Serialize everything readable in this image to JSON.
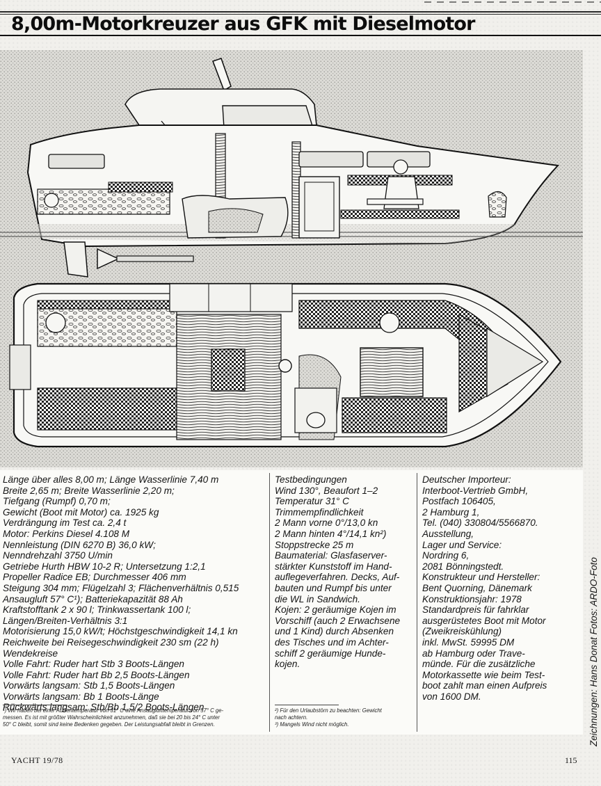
{
  "headline": "8,00m-Motorkreuzer aus GFK mit Dieselmotor",
  "colors": {
    "ink": "#141414",
    "paper": "#f1f0ec",
    "hull_shade": "#d9d8d3"
  },
  "drawings": {
    "profile_view": "side cutaway drawing of motor cruiser",
    "plan_view": "top-down interior layout drawing"
  },
  "specs_col1": [
    "Länge über alles 8,00 m; Länge Wasserlinie 7,40 m",
    "Breite 2,65 m; Breite Wasserlinie 2,20 m;",
    "Tiefgang (Rumpf) 0,70 m;",
    "Gewicht (Boot mit Motor) ca. 1925 kg",
    "Verdrängung im Test ca. 2,4 t",
    "Motor: Perkins Diesel 4.108 M",
    "Nennleistung (DIN 6270 B) 36,0 kW;",
    "Nenndrehzahl 3750 U/min",
    "Getriebe Hurth HBW 10-2 R; Untersetzung 1:2,1",
    "Propeller Radice EB; Durchmesser 406 mm",
    "Steigung 304 mm; Flügelzahl 3; Flächenverhältnis 0,515",
    "Ansaugluft 57° C¹); Batteriekapazität 88 Ah",
    "Kraftstofftank 2 x 90 l; Trinkwassertank 100 l;",
    "Längen/Breiten-Verhältnis 3:1",
    "Motorisierung 15,0 kW/t; Höchstgeschwindigkeit 14,1 kn",
    "Reichweite bei Reisegeschwindigkeit 230 sm (22 h)",
    "Wendekreise",
    "Volle Fahrt: Ruder hart Stb 3 Boots-Längen",
    "Volle Fahrt: Ruder hart Bb 2,5 Boots-Längen",
    "Vorwärts langsam: Stb 1,5 Boots-Längen",
    "Vorwärts langsam: Bb 1 Boots-Länge",
    "Rückwärts langsam: Stb/Bb 1,5/2 Boots-Längen"
  ],
  "specs_col2": [
    "Testbedingungen",
    "Wind 130°, Beaufort 1–2",
    "Temperatur 31° C",
    "Trimmempfindlichkeit",
    "2 Mann vorne 0°/13,0 kn",
    "2 Mann hinten 4°/14,1 kn²)",
    "Stoppstrecke 25 m",
    "Baumaterial: Glasfaserver-",
    "stärkter Kunststoff im Hand-",
    "auflegeverfahren. Decks, Auf-",
    "bauten und Rumpf bis unter",
    "die WL in Sandwich.",
    "Kojen: 2 geräumige Kojen im",
    "Vorschiff (auch 2 Erwachsene",
    "und 1 Kind) durch Absenken",
    "des Tisches und im Achter-",
    "schiff 2 geräumige Hunde-",
    "kojen."
  ],
  "specs_col3": [
    "Deutscher Importeur:",
    "Interboot-Vertrieb GmbH,",
    "Postfach 106405,",
    "2 Hamburg 1,",
    "Tel. (040) 330804/5566870.",
    "Ausstellung,",
    "Lager und Service:",
    "Nordring 6,",
    "2081 Bönningstedt.",
    "Konstrukteur und Hersteller:",
    "Bent Quorning, Dänemark",
    "Konstruktionsjahr: 1978",
    "Standardpreis für fahrklar",
    "ausgerüstetes Boot mit Motor",
    "(Zweikreiskühlung)",
    "inkl. MwSt. 59995 DM",
    "ab Hamburg oder Trave-",
    "münde. Für die zusätzliche",
    "Motorkassette wie beim Test-",
    "boot zahlt man einen Aufpreis",
    "von 1600 DM."
  ],
  "footnotes_left": [
    "¹) Wir haben bei einer Außentemperatur von 31° C eine Ansauglufttemperatur von 57° C ge-",
    "messen. Es ist mit größter Wahrscheinlichkeit anzunehmen, daß sie bei 20 bis 24° C unter",
    "50° C bleibt, somit sind keine Bedenken gegeben. Der Leistungsabfall bleibt in Grenzen."
  ],
  "footnotes_right": [
    "²) Für den Urlaubstörn zu beachten: Gewicht",
    "nach achtern.",
    "³) Mangels Wind nicht möglich."
  ],
  "credit": "Zeichnungen: Hans Donat   Fotos: ARDO-Foto",
  "footer": {
    "magazine": "YACHT   19/78",
    "page_number": "115"
  }
}
